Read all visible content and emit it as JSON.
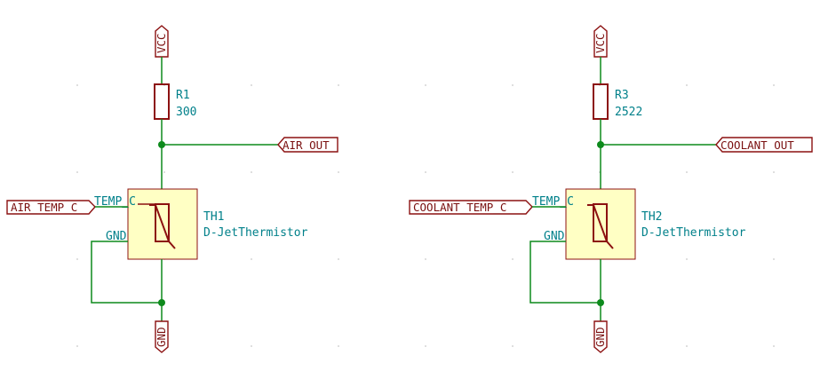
{
  "colors": {
    "wire": "#0d8a1c",
    "component": "#8c1111",
    "label_text": "#00808a",
    "global_label_text": "#7a1010",
    "thermistor_fill": "#ffffc4",
    "grid_dot": "#c8c8c8"
  },
  "circuits": [
    {
      "vcc_label": "VCC",
      "gnd_label": "GND",
      "resistor": {
        "ref": "R1",
        "value": "300"
      },
      "output_label": "AIR_OUT",
      "thermistor": {
        "ref": "TH1",
        "value": "D-JetThermistor",
        "pin_temp": "TEMP_C",
        "pin_gnd": "GND"
      },
      "input_label": "AIR_TEMP_C"
    },
    {
      "vcc_label": "VCC",
      "gnd_label": "GND",
      "resistor": {
        "ref": "R3",
        "value": "2522"
      },
      "output_label": "COOLANT_OUT",
      "thermistor": {
        "ref": "TH2",
        "value": "D-JetThermistor",
        "pin_temp": "TEMP_C",
        "pin_gnd": "GND"
      },
      "input_label": "COOLANT_TEMP_C"
    }
  ]
}
